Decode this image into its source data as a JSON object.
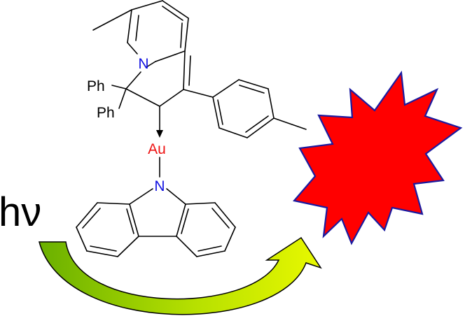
{
  "labels": {
    "nitrogen_top": "N",
    "ph_upper": "Ph",
    "ph_lower": "Ph",
    "gold": "Au",
    "nitrogen_carbazole": "N",
    "photon": "hν"
  },
  "colors": {
    "bond": "#000000",
    "nitrogen": "#1010e0",
    "gold": "#ee1111",
    "burst_fill": "#ff0000",
    "burst_outline": "#1a1aa0",
    "arrow_light": "#e8f800",
    "arrow_dark": "#6ab000"
  },
  "icons": {
    "burst": "explosion-burst-icon",
    "arrow": "curved-arrow-icon"
  }
}
